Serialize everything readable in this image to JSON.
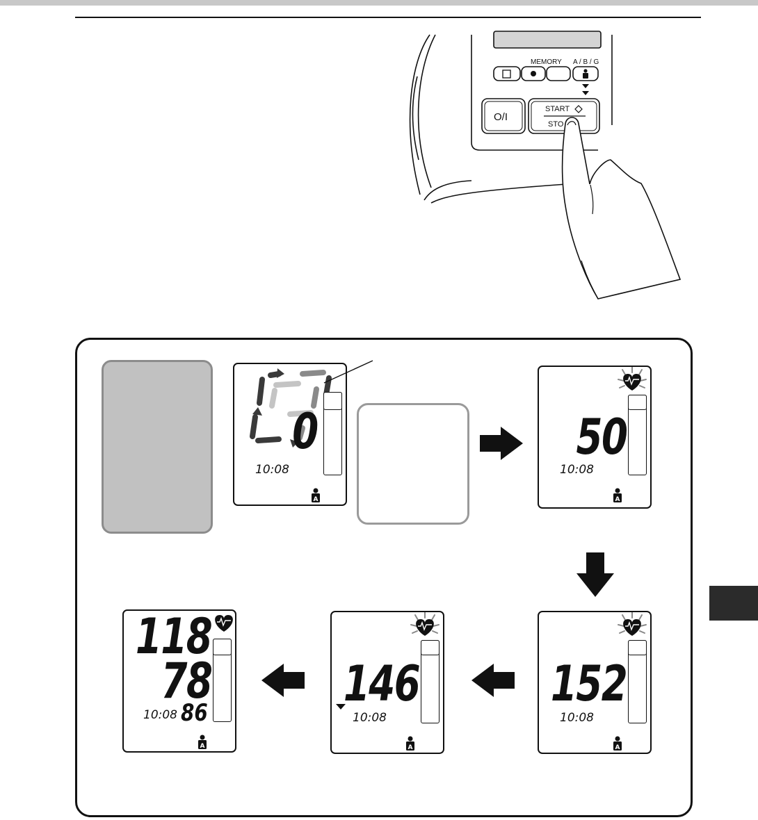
{
  "device": {
    "memory_label": "MEMORY",
    "abg_label": "A / B / G",
    "power_button_label": "O/I",
    "start_label": "START",
    "stop_label": "STO"
  },
  "flow": {
    "displays": [
      {
        "id": "start",
        "reading": "0",
        "time": "10:08",
        "user": "A"
      },
      {
        "id": "inflate",
        "reading": "50",
        "time": "10:08",
        "user": "A"
      },
      {
        "id": "peak",
        "reading": "152",
        "time": "10:08",
        "user": "A"
      },
      {
        "id": "deflate",
        "reading": "146",
        "time": "10:08",
        "user": "A"
      },
      {
        "id": "result",
        "systolic": "118",
        "diastolic": "78",
        "pulse": "86",
        "time": "10:08",
        "user": "A"
      }
    ]
  },
  "colors": {
    "ink": "#111111",
    "panel_gray": "#c1c1c1",
    "loading_dark": "#3a3a3a",
    "loading_mid": "#8a8a8a",
    "loading_light": "#c4c4c4",
    "side_tab": "#2b2b2b"
  },
  "icons": {
    "heart": "heart-pulse-icon",
    "user": "user-a-icon",
    "arrow": "arrow-icon",
    "loading": "rotating-segments-icon"
  }
}
